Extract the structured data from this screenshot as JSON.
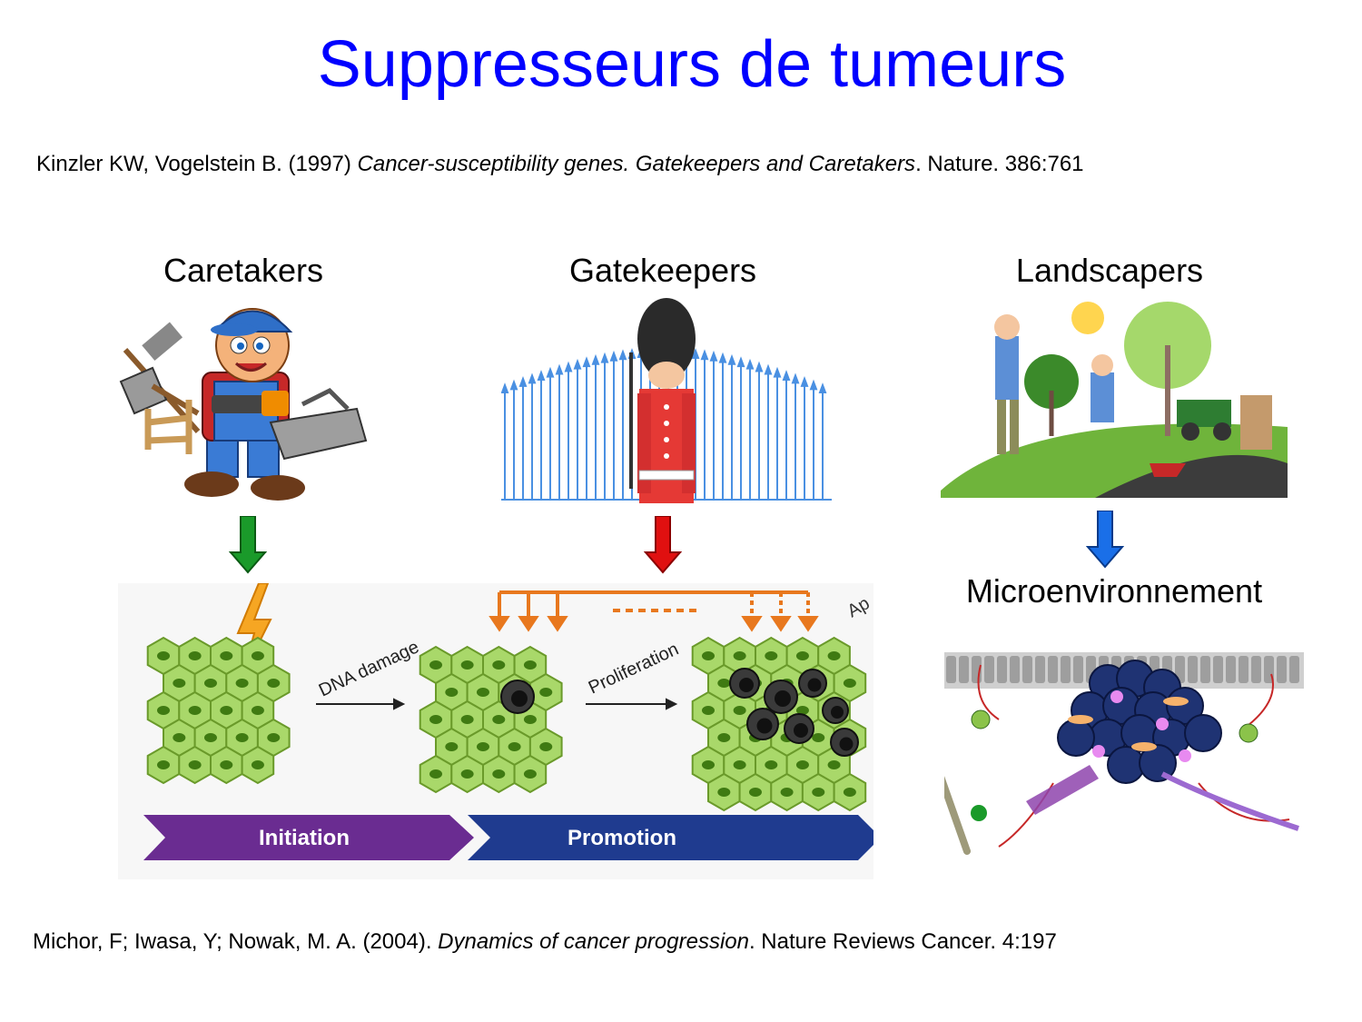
{
  "slide": {
    "title": "Suppresseurs de tumeurs",
    "reference_top": {
      "authors": "Kinzler KW, Vogelstein B. (1997) ",
      "article": "Cancer-susceptibility genes. Gatekeepers and Caretakers",
      "journal": ". Nature. 386:761"
    },
    "columns": {
      "caretakers": "Caretakers",
      "gatekeepers": "Gatekeepers",
      "landscapers": "Landscapers",
      "microenvironment": "Microenvironnement"
    },
    "diagram": {
      "dna_damage": "DNA damage",
      "proliferation": "Proliferation",
      "cut_off_label": "Ap",
      "stage_initiation": "Initiation",
      "stage_promotion": "Promotion"
    },
    "reference_bottom": {
      "authors": "Michor, F; Iwasa, Y; Nowak, M. A. (2004). ",
      "article": "Dynamics of cancer progression",
      "journal": ". Nature Reviews Cancer. 4:197"
    }
  },
  "colors": {
    "title": "#0000ff",
    "arrow_caretakers": "#1a9a2a",
    "arrow_gatekeepers": "#e01010",
    "arrow_landscapers": "#1a6fe8",
    "cell_fill": "#a9d86a",
    "nucleus": "#3f7a12",
    "orange_arrows": "#e8781e",
    "initiation_band": "#6a2c91",
    "promotion_band": "#1f3b8f"
  },
  "icons": {
    "caretaker": "handyman-illustration",
    "gatekeeper": "royal-guard-illustration",
    "landscaper": "gardeners-illustration",
    "microenvironment": "tumor-microenvironment-illustration"
  }
}
